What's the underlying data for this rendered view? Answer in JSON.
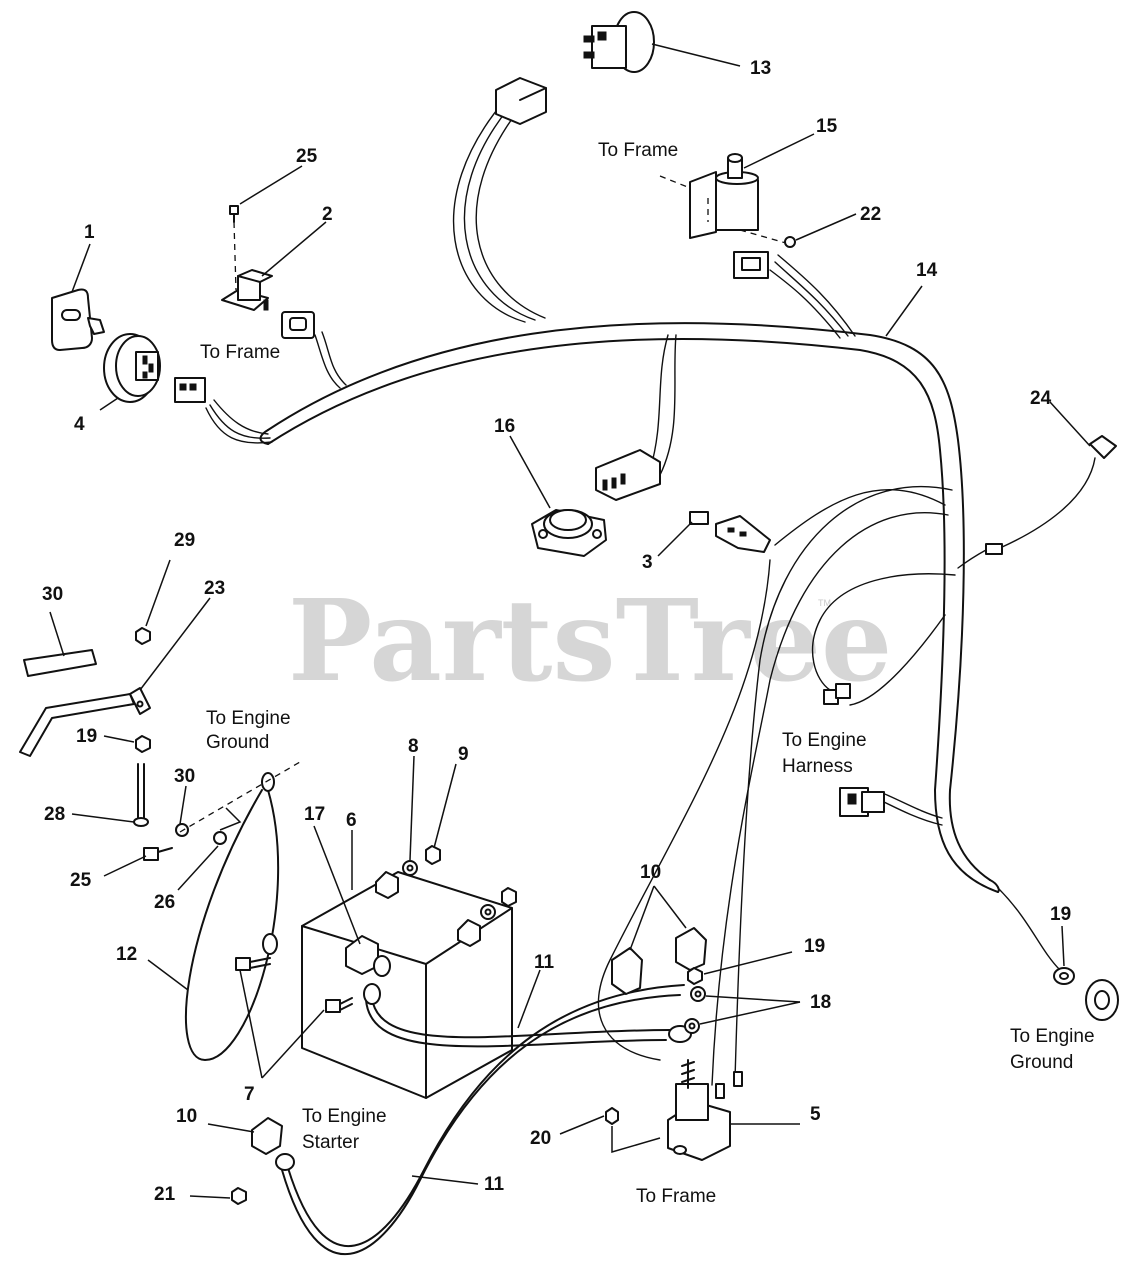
{
  "watermark": {
    "text": "PartsTree",
    "trademark": "TM"
  },
  "callouts": {
    "n1": "1",
    "n2": "2",
    "n3": "3",
    "n4": "4",
    "n5": "5",
    "n6": "6",
    "n7": "7",
    "n8": "8",
    "n9": "9",
    "n10a": "10",
    "n10b": "10",
    "n11a": "11",
    "n11b": "11",
    "n12": "12",
    "n13": "13",
    "n14": "14",
    "n15": "15",
    "n16": "16",
    "n17": "17",
    "n18": "18",
    "n19a": "19",
    "n19b": "19",
    "n19c": "19",
    "n20": "20",
    "n21": "21",
    "n22": "22",
    "n23": "23",
    "n24": "24",
    "n25a": "25",
    "n25b": "25",
    "n26": "26",
    "n28": "28",
    "n29": "29",
    "n30a": "30",
    "n30b": "30"
  },
  "notes": {
    "to_frame_top": "To Frame",
    "to_frame_left": "To Frame",
    "to_frame_bottom": "To Frame",
    "engine_ground_left_1": "To Engine",
    "engine_ground_left_2": "Ground",
    "engine_harness_1": "To Engine",
    "engine_harness_2": "Harness",
    "engine_ground_right_1": "To Engine",
    "engine_ground_right_2": "Ground",
    "engine_starter_1": "To Engine",
    "engine_starter_2": "Starter"
  }
}
